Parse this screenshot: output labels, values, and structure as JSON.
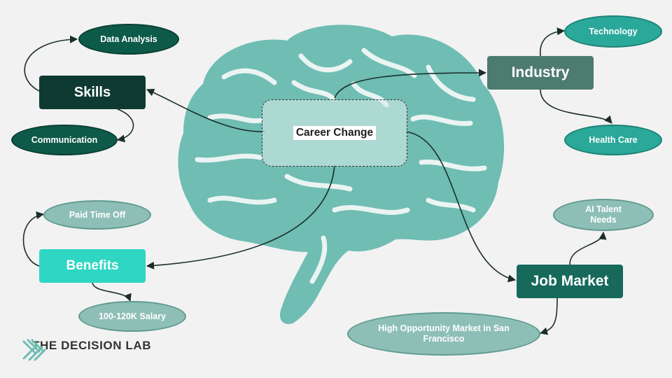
{
  "diagram": {
    "center": "Career Change",
    "categories": {
      "skills": "Skills",
      "industry": "Industry",
      "benefits": "Benefits",
      "job_market": "Job Market"
    },
    "items": {
      "data_analysis": "Data Analysis",
      "communication": "Communication",
      "technology": "Technology",
      "health_care": "Health Care",
      "paid_time_off": "Paid Time Off",
      "salary": "100-120K Salary",
      "ai_talent": "AI Talent Needs",
      "high_opportunity": "High Opportunity Market in San Francisco"
    }
  },
  "brand": {
    "name": "THE DECISION LAB",
    "icon": "decision-lab-logo-icon"
  },
  "colors": {
    "brain": "#6fbdb3",
    "skills_box": "#0f3a32",
    "industry_box": "#4e7b6f",
    "benefits_box": "#2fd6c3",
    "job_market_box": "#16695b",
    "dark_oval": "#0e5a48",
    "light_oval": "#8ebfb6",
    "teal_oval": "#2aa89a"
  }
}
